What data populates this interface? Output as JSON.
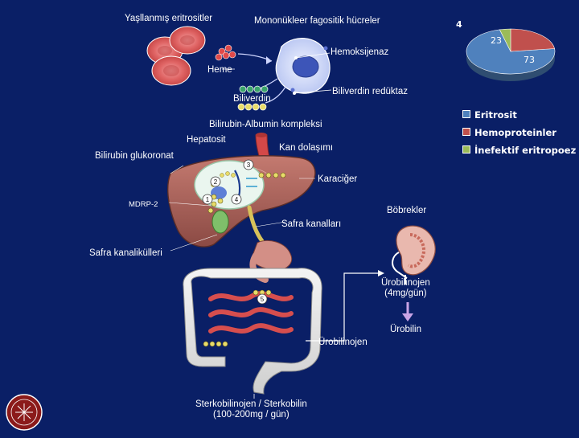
{
  "labels": {
    "aged_erythrocytes": "Yaşllanmış eritrositler",
    "mononuclear_phagocytes": "Mononükleer fagositik hücreler",
    "heme_oxygenase": "Hemoksijenaz",
    "heme": "Heme",
    "biliverdin": "Biliverdin",
    "biliverdin_reductase": "Biliverdin redüktaz",
    "bilirubin_albumin": "Bilirubin-Albumin kompleksi",
    "hepatocyte": "Hepatosit",
    "circulation": "Kan dolaşımı",
    "bilirubin_glucuronate": "Bilirubin glukoronat",
    "liver": "Karaciğer",
    "mdrp2": "MDRP-2",
    "kidneys": "Böbrekler",
    "bile_ducts": "Safra kanalları",
    "bile_canaliculi": "Safra kanalikülleri",
    "urobilinogen_urine": "Ürobilinojen\n(4mg/gün)",
    "urobilin": "Ürobilin",
    "urobilinogen_gut": "Ürobilinojen",
    "stercobilin": "Sterkobilinojen / Sterkobilin\n(100-200mg / gün)"
  },
  "steps": [
    "1",
    "2",
    "3",
    "4",
    "5"
  ],
  "pie": {
    "slices": [
      {
        "label": "Eritrosit",
        "value": 73,
        "color": "#4f81bd"
      },
      {
        "label": "Hemoproteinler",
        "value": 23,
        "color": "#c0504d"
      },
      {
        "label": "İnefektif eritropoez",
        "value": 4,
        "color": "#9bbb59"
      }
    ]
  },
  "colors": {
    "background": "#0a1f66",
    "erythrocyte": "#e06060",
    "liver": "#a0605a",
    "intestine": "#eeeeee",
    "kidney": "#d8a098",
    "bilirubin_dot": "#e8dc6a"
  }
}
